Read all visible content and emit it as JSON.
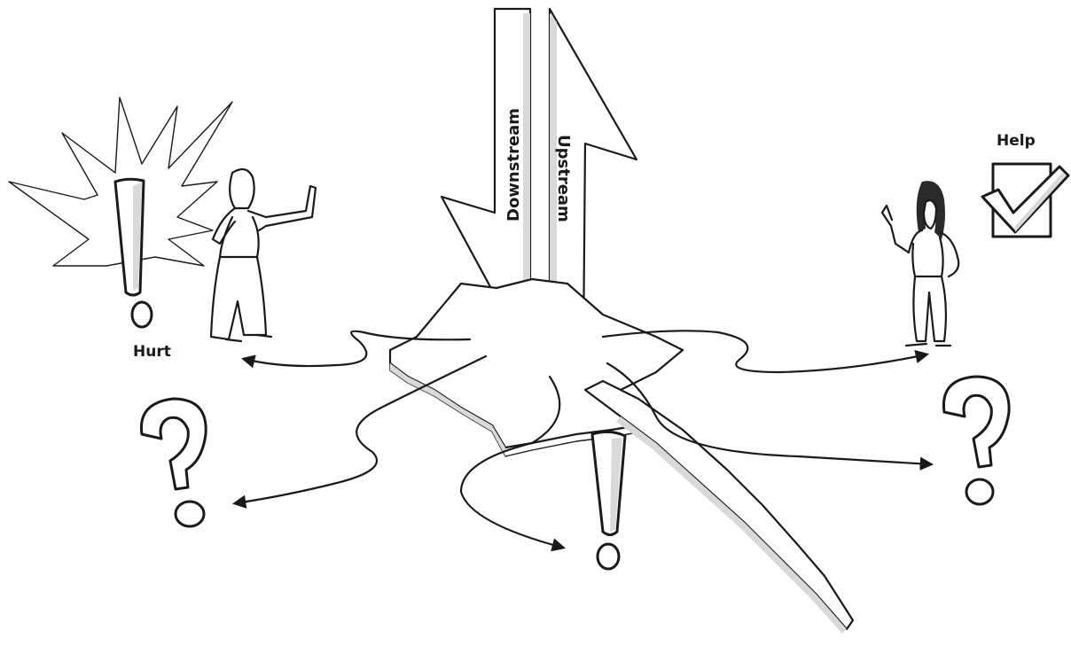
{
  "labels": {
    "downstream": "Downstream",
    "upstream": "Upstream",
    "hurt": "Hurt",
    "help": "Help"
  },
  "colors": {
    "ink": "#1a1a1a",
    "paper": "#ffffff",
    "shade": "#d9d9d9"
  },
  "icons": [
    "exclamation-icon",
    "question-mark-icon",
    "checkbox-icon",
    "burst-icon"
  ]
}
